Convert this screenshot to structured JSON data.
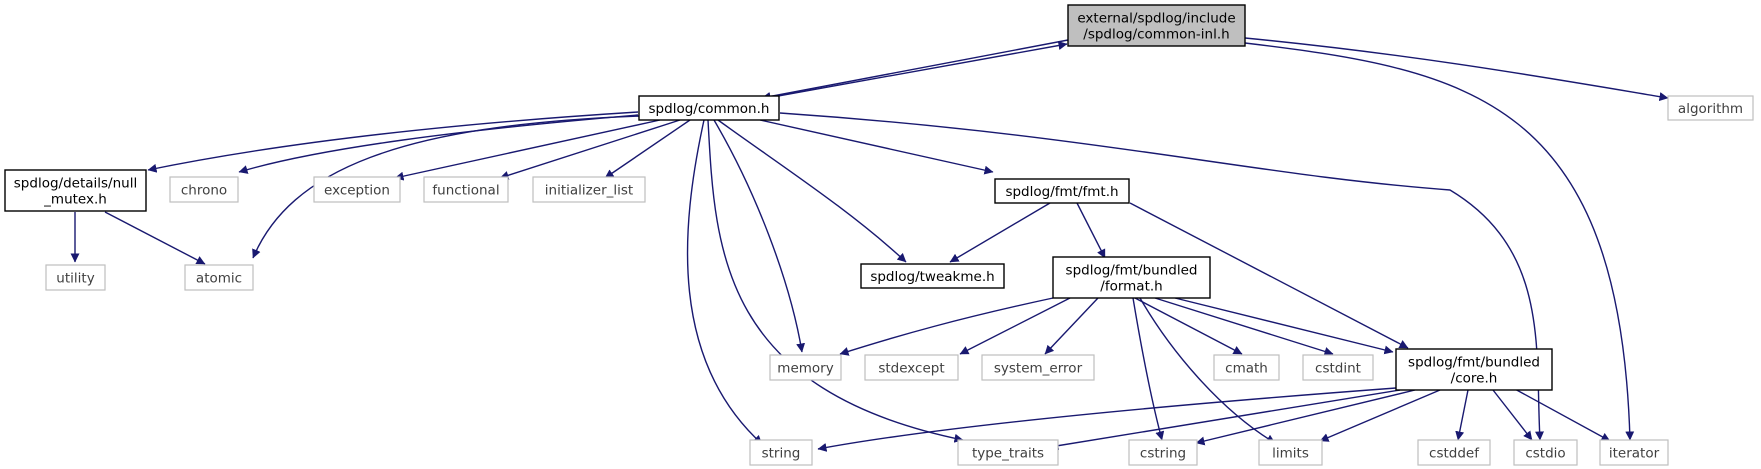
{
  "nodes": {
    "common_inl": {
      "lines": [
        "external/spdlog/include",
        "/spdlog/common-inl.h"
      ]
    },
    "common_h": {
      "lines": [
        "spdlog/common.h"
      ]
    },
    "algorithm": {
      "lines": [
        "algorithm"
      ]
    },
    "null_mutex": {
      "lines": [
        "spdlog/details/null",
        "_mutex.h"
      ]
    },
    "chrono": {
      "lines": [
        "chrono"
      ]
    },
    "exception": {
      "lines": [
        "exception"
      ]
    },
    "functional": {
      "lines": [
        "functional"
      ]
    },
    "initializer_list": {
      "lines": [
        "initializer_list"
      ]
    },
    "fmt_h": {
      "lines": [
        "spdlog/fmt/fmt.h"
      ]
    },
    "utility": {
      "lines": [
        "utility"
      ]
    },
    "atomic": {
      "lines": [
        "atomic"
      ]
    },
    "tweakme": {
      "lines": [
        "spdlog/tweakme.h"
      ]
    },
    "format_h": {
      "lines": [
        "spdlog/fmt/bundled",
        "/format.h"
      ]
    },
    "memory": {
      "lines": [
        "memory"
      ]
    },
    "stdexcept": {
      "lines": [
        "stdexcept"
      ]
    },
    "system_error": {
      "lines": [
        "system_error"
      ]
    },
    "cmath": {
      "lines": [
        "cmath"
      ]
    },
    "cstdint": {
      "lines": [
        "cstdint"
      ]
    },
    "core_h": {
      "lines": [
        "spdlog/fmt/bundled",
        "/core.h"
      ]
    },
    "string": {
      "lines": [
        "string"
      ]
    },
    "type_traits": {
      "lines": [
        "type_traits"
      ]
    },
    "cstring": {
      "lines": [
        "cstring"
      ]
    },
    "limits": {
      "lines": [
        "limits"
      ]
    },
    "cstddef": {
      "lines": [
        "cstddef"
      ]
    },
    "cstdio": {
      "lines": [
        "cstdio"
      ]
    },
    "iterator": {
      "lines": [
        "iterator"
      ]
    }
  }
}
